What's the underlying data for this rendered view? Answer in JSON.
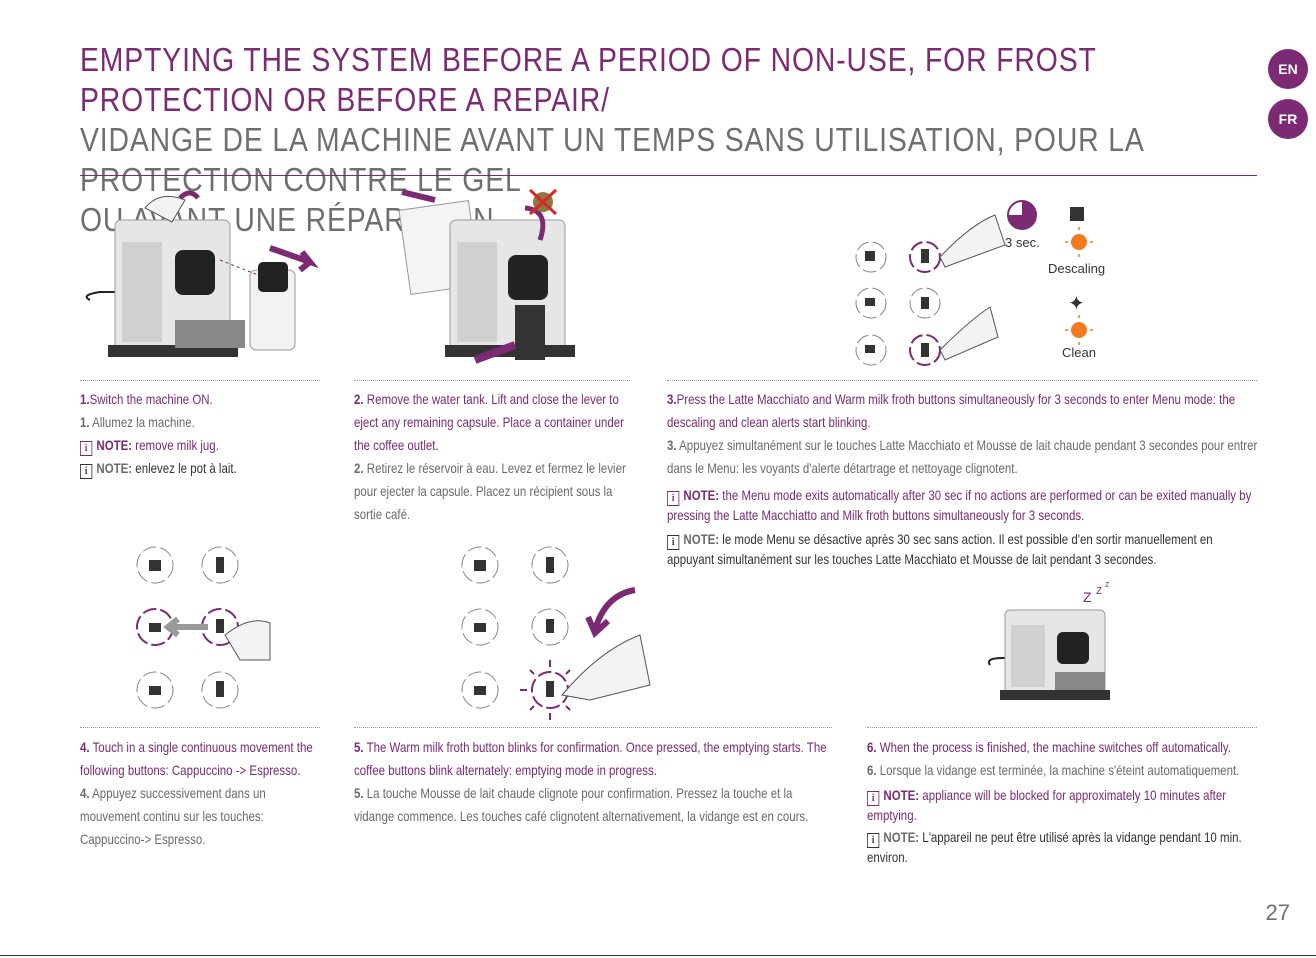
{
  "header": {
    "title_en": "EMPTYING THE SYSTEM BEFORE A PERIOD OF NON-USE, FOR FROST PROTECTION OR BEFORE A REPAIR/",
    "title_fr_line1": "VIDANGE DE LA MACHINE AVANT UN TEMPS SANS UTILISATION, POUR LA PROTECTION CONTRE LE GEL",
    "title_fr_line2": "OU AVANT UNE RÉPARATION"
  },
  "language_badges": {
    "en": "EN",
    "fr": "FR"
  },
  "icons_legend": {
    "timer": "3 sec.",
    "descaling": "Descaling",
    "clean": "Clean"
  },
  "zzz": "Z",
  "steps": {
    "s1": {
      "num_en": "1.",
      "en": "Switch the machine ON.",
      "num_fr": "1.",
      "fr": "Allumez la machine.",
      "note_label": "NOTE:",
      "note_en": "remove milk jug.",
      "note_fr": "enlevez le pot à lait."
    },
    "s2": {
      "num_en": "2.",
      "en": "Remove the water tank. Lift and close the lever to eject any remaining capsule. Place a container under the coffee outlet.",
      "num_fr": "2.",
      "fr": "Retirez le réservoir à eau. Levez et fermez le levier pour ejecter la capsule. Placez un récipient sous la sortie café."
    },
    "s3": {
      "num_en": "3.",
      "en": "Press the Latte Macchiato and Warm milk froth buttons simultaneously for 3 seconds to enter Menu mode: the descaling and clean alerts start blinking.",
      "num_fr": "3.",
      "fr": "Appuyez simultanément sur le touches Latte Macchiato et Mousse de lait chaude pendant 3 secondes pour entrer dans le Menu: les voyants d'alerte détartrage et nettoyage clignotent.",
      "note_label": "NOTE:",
      "note_en": "the Menu mode exits automatically after 30 sec if no actions are performed or can be exited manually by pressing the Latte Macchiatto and Milk froth buttons simultaneously for 3 seconds.",
      "note_fr": "le mode Menu se désactive après 30 sec sans action. Il est possible d'en sortir manuellement en appuyant simultanément sur les touches Latte Macchiato et Mousse de lait pendant 3 secondes."
    },
    "s4": {
      "num_en": "4.",
      "en": "Touch in a single continuous movement the following buttons: Cappuccino -> Espresso.",
      "num_fr": "4.",
      "fr": "Appuyez successivement dans un mouvement continu sur les touches: Cappuccino-> Espresso."
    },
    "s5": {
      "num_en": "5.",
      "en": "The Warm milk froth button blinks for confirmation. Once pressed, the emptying starts. The coffee buttons blink alternately: emptying mode in progress.",
      "num_fr": "5.",
      "fr": "La touche Mousse de lait chaude clignote pour confirmation. Pressez la touche et la vidange commence. Les touches café clignotent alternativement, la vidange est en cours."
    },
    "s6": {
      "num_en": "6.",
      "en": "When the process is finished, the machine switches off automatically.",
      "num_fr": "6.",
      "fr": "Lorsque la vidange est terminée, la machine s'éteint automatiquement.",
      "note_label": "NOTE:",
      "note_en": "appliance will be blocked for approximately 10 minutes after emptying.",
      "note_fr": "L'appareil ne peut être utilisé après la vidange pendant 10 min. environ."
    }
  },
  "page_number": "27",
  "colors": {
    "accent": "#7b2a73",
    "alert": "#f47a20",
    "text": "#6a6a6a"
  }
}
